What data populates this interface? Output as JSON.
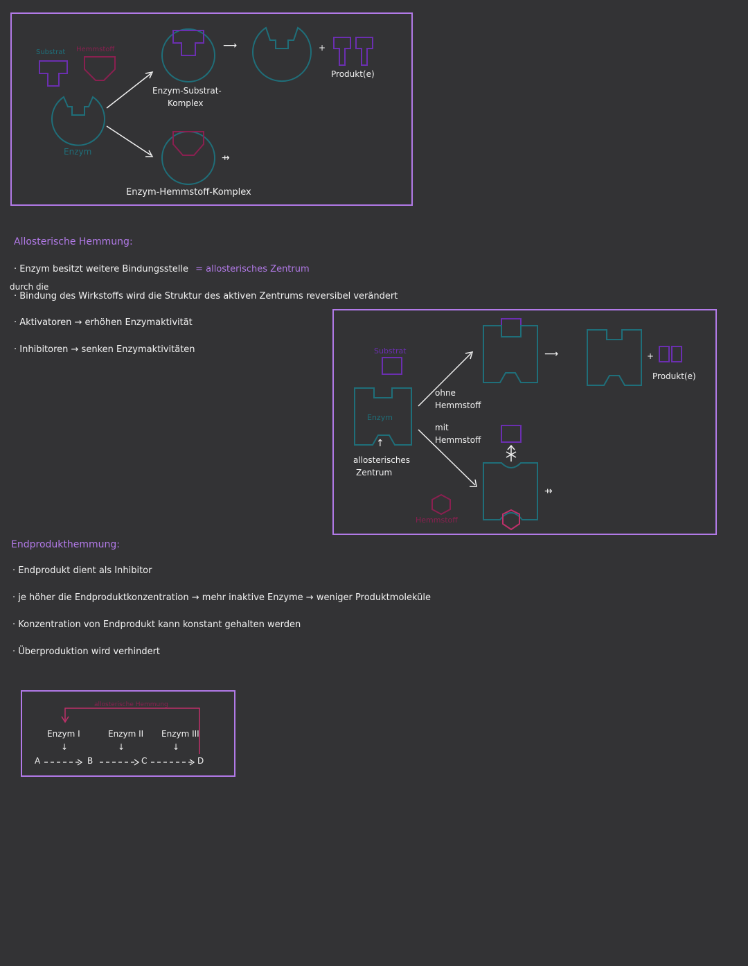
{
  "section1": {
    "substrat_label": "Substrat",
    "hemmstoff_label": "Hemmstoff",
    "enzym_label": "Enzym",
    "enzym_substrat_komplex": [
      "Enzym-Substrat-",
      "Komplex"
    ],
    "produkt_label": "Produkt(e)",
    "plus": "+",
    "arrow_right": "⟶",
    "no_reaction": "⇸",
    "enzym_hemmstoff_komplex": "Enzym-Hemmstoff-Komplex"
  },
  "allosteric": {
    "heading": "Allosterische Hemmung:",
    "line1_prefix": "· Enzym besitzt weitere Bindungsstelle",
    "line1_suffix": "= allosterisches Zentrum",
    "line2_top": "durch die",
    "line2": "· Bindung des Wirkstoffs wird die Struktur des aktiven Zentrums reversibel verändert",
    "line3": "· Aktivatoren → erhöhen Enzymaktivität",
    "line4": "· Inhibitoren → senken Enzymaktivitäten"
  },
  "diagram2": {
    "substrat_label": "Substrat",
    "enzym_label": "Enzym",
    "allosteric_arrow": "↑",
    "allosteric_label": [
      "allosterisches",
      "Zentrum"
    ],
    "ohne": [
      "ohne",
      "Hemmstoff"
    ],
    "mit": [
      "mit",
      "Hemmstoff"
    ],
    "hemmstoff_label": "Hemmstoff",
    "plus": "+",
    "produkt_label": "Produkt(e)",
    "arrow_right": "⟶",
    "no_reaction": "⇸"
  },
  "endprodukt": {
    "heading": "Endprodukthemmung:",
    "line1": "· Endprodukt dient als Inhibitor",
    "line2": "· je höher die Endproduktkonzentration → mehr inaktive Enzyme → weniger Produktmoleküle",
    "line3": "· Konzentration von Endprodukt kann konstant gehalten werden",
    "line4": "· Überproduktion wird verhindert"
  },
  "pathway": {
    "feedback_label": "allosterische Hemmung",
    "enzymes": [
      "Enzym I",
      "Enzym II",
      "Enzym III"
    ],
    "down_arrow": "↓",
    "metabolites": [
      "A",
      "B",
      "C",
      "D"
    ]
  },
  "colors": {
    "frame": "#b27ae8",
    "teal": "#1f6f7a",
    "dark_purple": "#6b2fb0",
    "crimson": "#8a2050",
    "pink": "#c0306a"
  }
}
